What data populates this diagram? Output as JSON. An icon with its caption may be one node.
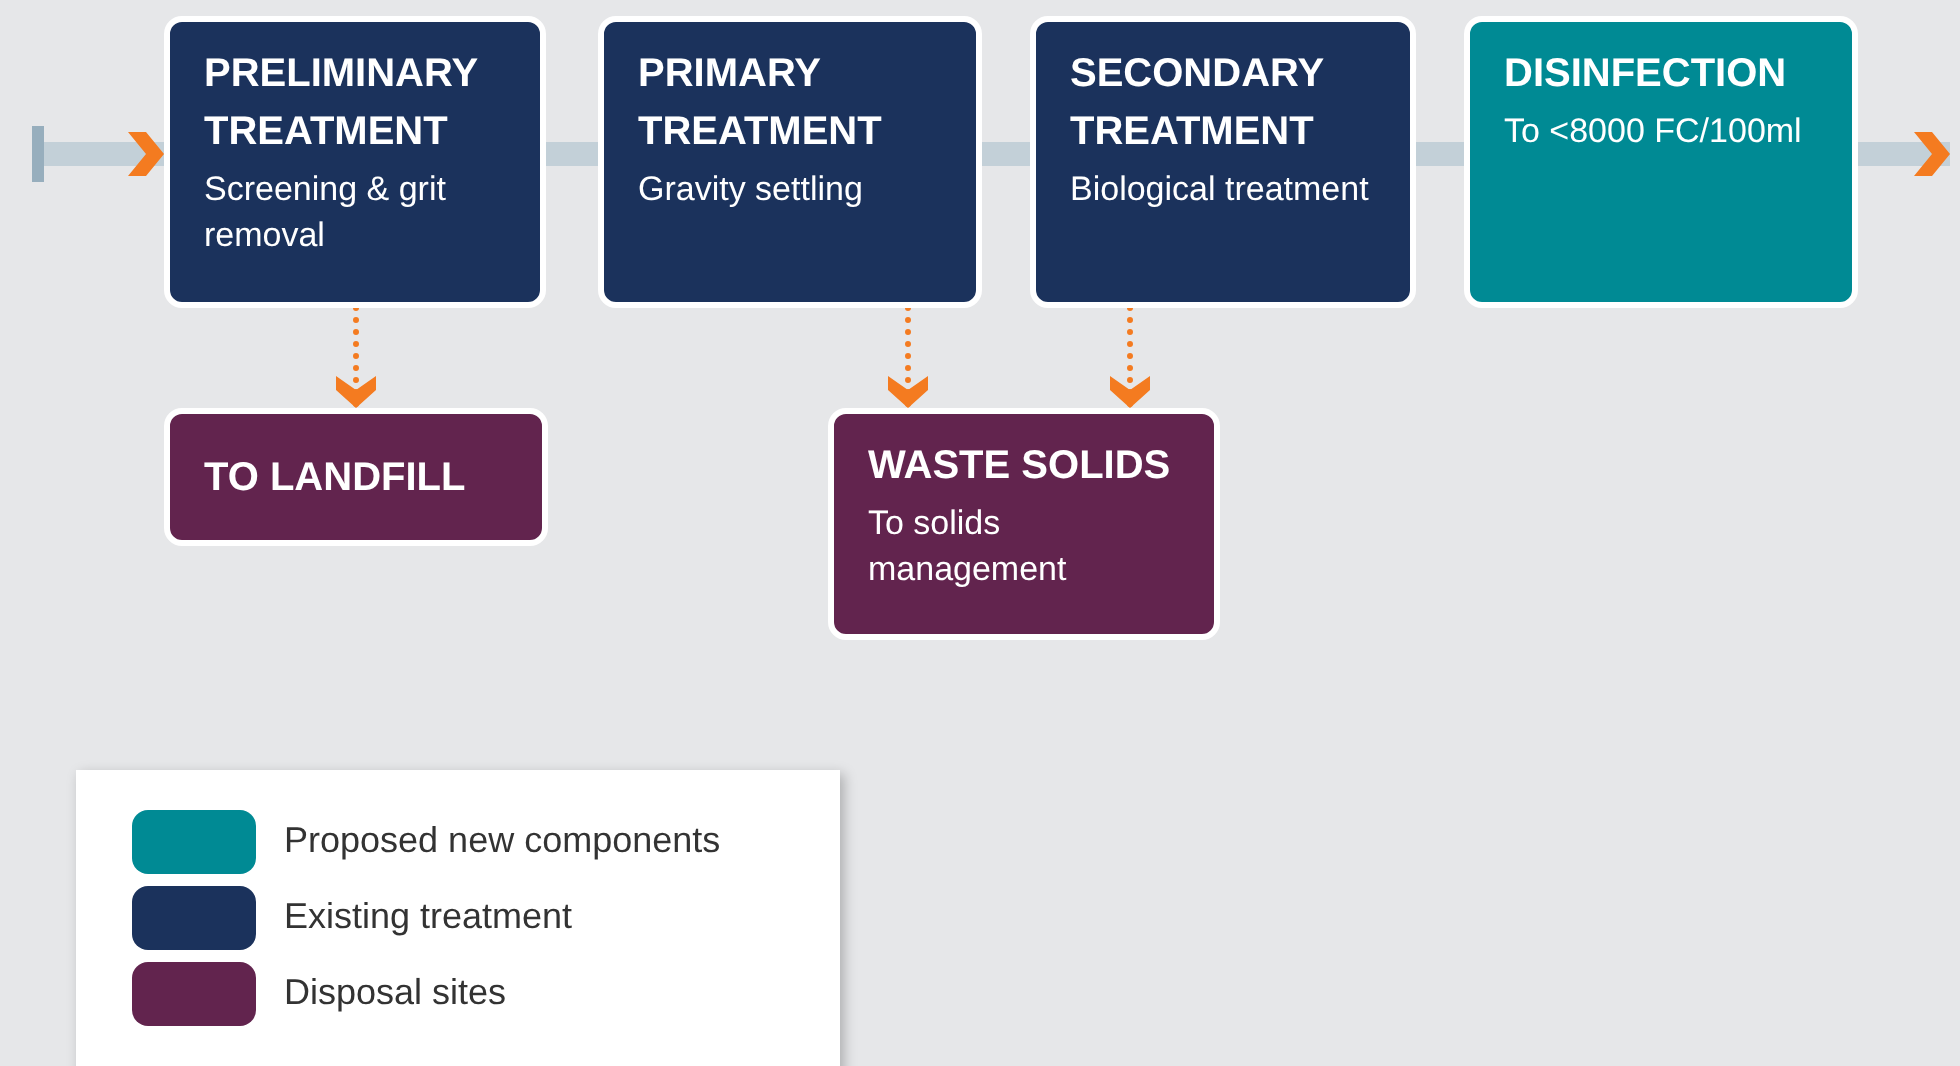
{
  "diagram": {
    "nodes": [
      {
        "text": [
          "PRELIMINARY TREATMENT",
          "Screening & grit removal"
        ]
      },
      {
        "text": [
          "PRIMARY TREATMENT",
          "Gravity settling"
        ]
      },
      {
        "text": [
          "SECONDARY TREATMENT",
          "Biological treatment"
        ]
      },
      {
        "text": [
          "DISINFECTION",
          "To <8000 FC/100ml"
        ]
      },
      {
        "text": [
          "TO LANDFILL"
        ]
      },
      {
        "text": [
          "WASTE SOLIDS",
          "To solids management"
        ]
      }
    ],
    "edges": [
      {
        "from": null,
        "to": 0,
        "arrow": "to"
      },
      {
        "from": 0,
        "to": 1,
        "arrow": "none"
      },
      {
        "from": 1,
        "to": 2,
        "arrow": "none"
      },
      {
        "from": 2,
        "to": 3,
        "arrow": "none"
      },
      {
        "from": 3,
        "to": null,
        "arrow": "to"
      },
      {
        "from": 0,
        "to": 4,
        "arrow": "to",
        "style": "dashed",
        "color": "#f47b20"
      },
      {
        "from": 1,
        "to": 5,
        "arrow": "to",
        "style": "dashed",
        "color": "#f47b20"
      },
      {
        "from": 2,
        "to": 5,
        "arrow": "to",
        "style": "dashed",
        "color": "#f47b20"
      }
    ],
    "legend": [
      {
        "text": "Proposed new components",
        "color": "#008a94"
      },
      {
        "text": "Existing treatment",
        "color": "#1b325c"
      },
      {
        "text": "Disposal sites",
        "color": "#62244e"
      }
    ]
  }
}
